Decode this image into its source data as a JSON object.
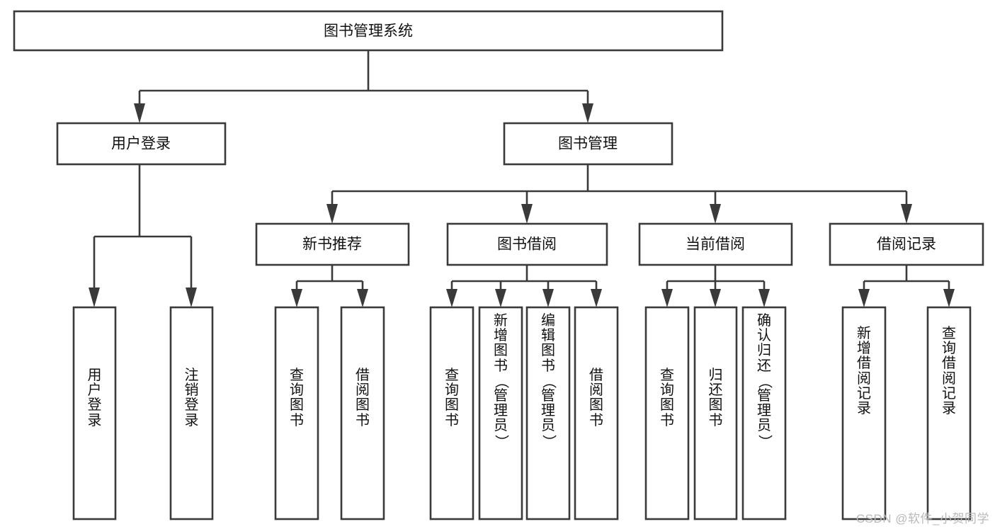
{
  "diagram": {
    "title": "图书管理系统",
    "type": "tree-hierarchy-diagram",
    "root": {
      "id": "root",
      "label": "图书管理系统",
      "orientation": "horizontal"
    },
    "level2": [
      {
        "id": "user-login",
        "label": "用户登录",
        "orientation": "horizontal"
      },
      {
        "id": "book-management",
        "label": "图书管理",
        "orientation": "horizontal"
      }
    ],
    "level3": [
      {
        "id": "new-book-recommend",
        "label": "新书推荐",
        "orientation": "horizontal",
        "parent": "book-management"
      },
      {
        "id": "book-borrow",
        "label": "图书借阅",
        "orientation": "horizontal",
        "parent": "book-management"
      },
      {
        "id": "current-borrow",
        "label": "当前借阅",
        "orientation": "horizontal",
        "parent": "book-management"
      },
      {
        "id": "borrow-record",
        "label": "借阅记录",
        "orientation": "horizontal",
        "parent": "book-management"
      }
    ],
    "leaves": [
      {
        "id": "leaf-user-login",
        "label": "用户登录",
        "parent": "user-login"
      },
      {
        "id": "leaf-logout-login",
        "label": "注销登录",
        "parent": "user-login"
      },
      {
        "id": "leaf-query-book-1",
        "label": "查询图书",
        "parent": "new-book-recommend"
      },
      {
        "id": "leaf-borrow-book-1",
        "label": "借阅图书",
        "parent": "new-book-recommend"
      },
      {
        "id": "leaf-query-book-2",
        "label": "查询图书",
        "parent": "book-borrow"
      },
      {
        "id": "leaf-add-book",
        "label": "新增图书（管理员）",
        "parent": "book-borrow"
      },
      {
        "id": "leaf-edit-book",
        "label": "编辑图书（管理员）",
        "parent": "book-borrow"
      },
      {
        "id": "leaf-borrow-book-2",
        "label": "借阅图书",
        "parent": "book-borrow"
      },
      {
        "id": "leaf-query-book-3",
        "label": "查询图书",
        "parent": "current-borrow"
      },
      {
        "id": "leaf-return-book",
        "label": "归还图书",
        "parent": "current-borrow"
      },
      {
        "id": "leaf-confirm-return",
        "label": "确认归还（管理员）",
        "parent": "current-borrow"
      },
      {
        "id": "leaf-add-record",
        "label": "新增借阅记录",
        "parent": "borrow-record"
      },
      {
        "id": "leaf-query-record",
        "label": "查询借阅记录",
        "parent": "borrow-record"
      }
    ],
    "watermark": "CSDN @软件_小贺同学",
    "colors": {
      "box_stroke": "#3a3a3a",
      "box_fill": "#ffffff",
      "text": "#111111",
      "background": "#ffffff",
      "watermark": "#b9b9b9"
    }
  }
}
